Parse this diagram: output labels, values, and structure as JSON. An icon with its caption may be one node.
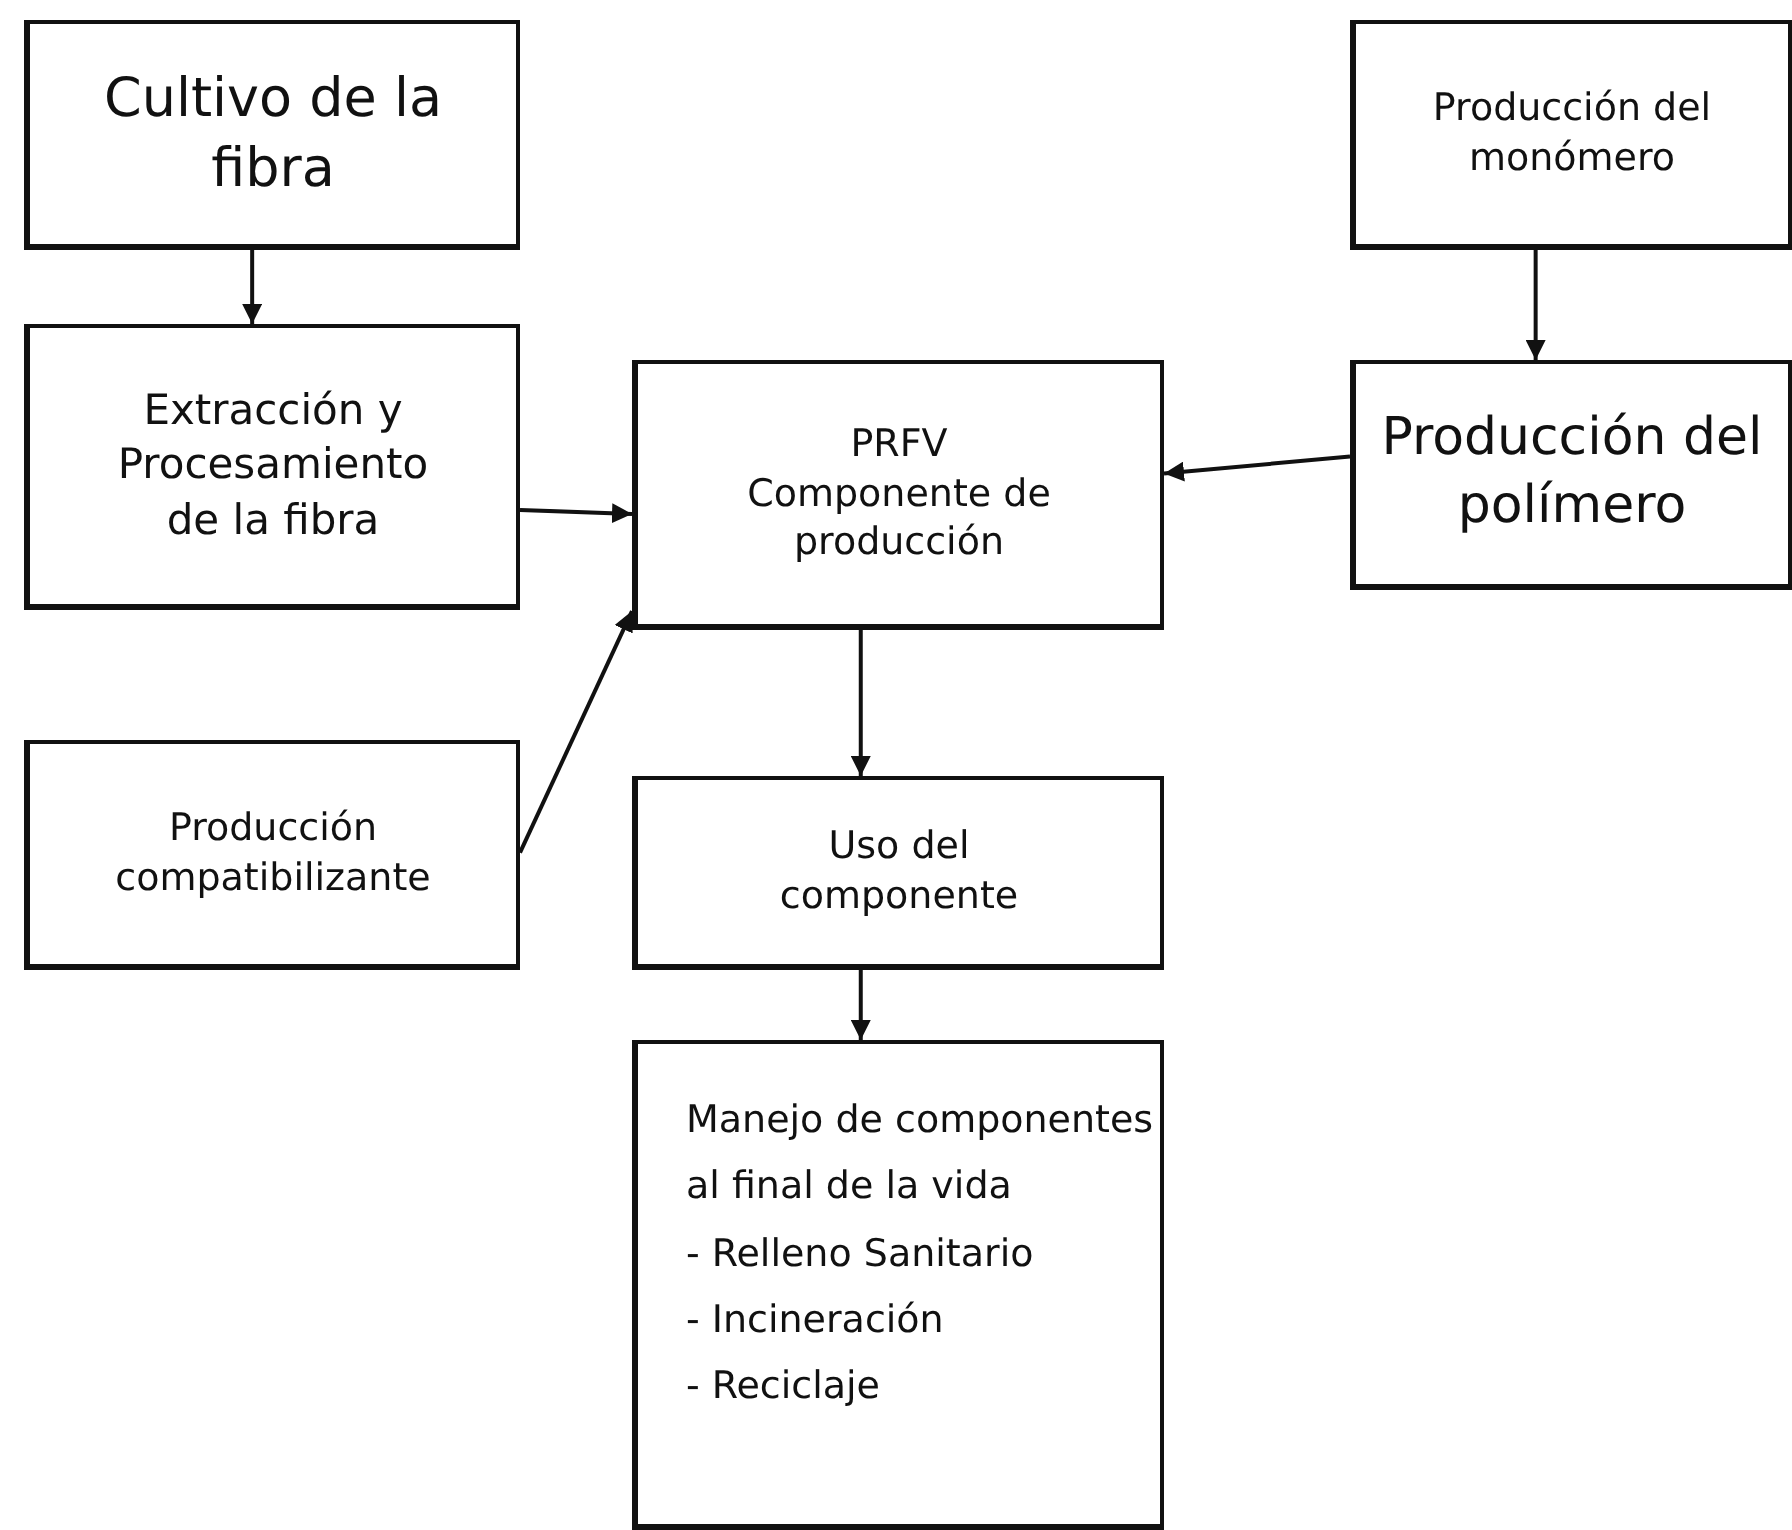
{
  "diagram": {
    "nodes": [
      {
        "text": [
          "Cultivo de la fibra"
        ]
      },
      {
        "text": [
          "Extracción y Procesamiento de la fibra"
        ]
      },
      {
        "text": [
          "PRFV",
          "Componente de producción"
        ]
      },
      {
        "text": [
          "Producción compatibilizante"
        ]
      },
      {
        "text": [
          "Producción del monómero"
        ]
      },
      {
        "text": [
          "Producción del polímero"
        ]
      },
      {
        "text": [
          "Uso del componente"
        ]
      },
      {
        "text": [
          "Manejo de componentes al final de la vida",
          "- Relleno Sanitario",
          "- Incineración",
          "- Reciclaje"
        ]
      }
    ],
    "edges": [
      {
        "from": 0,
        "to": 1,
        "arrow": "to"
      },
      {
        "from": 1,
        "to": 2,
        "arrow": "to"
      },
      {
        "from": 3,
        "to": 2,
        "arrow": "to"
      },
      {
        "from": 5,
        "to": 2,
        "arrow": "to"
      },
      {
        "from": 4,
        "to": 5,
        "arrow": "to"
      },
      {
        "from": 2,
        "to": 6,
        "arrow": "to"
      },
      {
        "from": 6,
        "to": 7,
        "arrow": "to"
      }
    ]
  }
}
